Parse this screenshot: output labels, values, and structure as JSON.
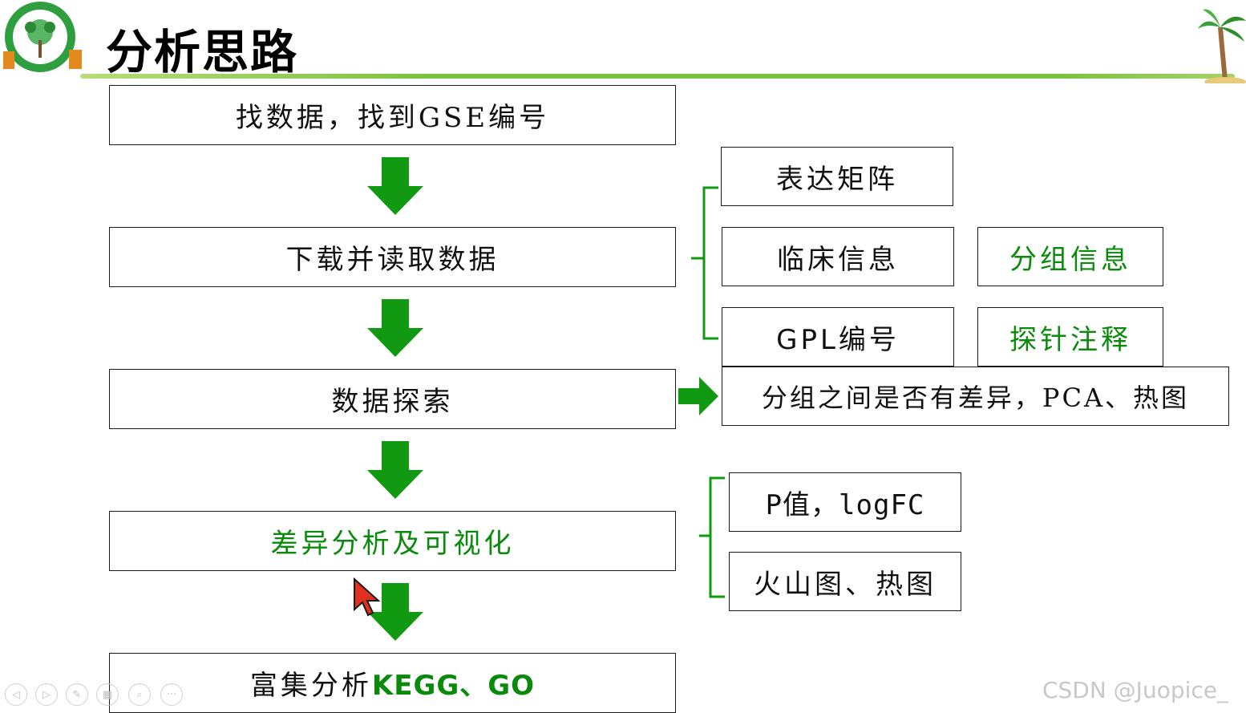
{
  "header": {
    "title": "分析思路"
  },
  "flow": {
    "step1": "找数据，找到GSE编号",
    "step2": "下载并读取数据",
    "step3": "数据探索",
    "step4": "差异分析及可视化",
    "step5_prefix": "富集分析",
    "step5_suffix": "KEGG、GO"
  },
  "download_details": {
    "expression": "表达矩阵",
    "clinical": "临床信息",
    "group": "分组信息",
    "gpl": "GPL编号",
    "probe": "探针注释"
  },
  "explore_result": "分组之间是否有差异，PCA、热图",
  "diff_details": {
    "pvalue": "P值，logFC",
    "plots": "火山图、热图"
  },
  "watermark": "CSDN @Juopice_",
  "colors": {
    "arrow_green": "#129912",
    "text_green": "#0a8a0a",
    "border": "#1a1a1a",
    "line_green": "#7cc242"
  },
  "icons": [
    "logo-tree-icon",
    "palm-tree-icon",
    "cursor-icon",
    "prev-icon",
    "next-icon",
    "pen-icon",
    "grid-icon",
    "zoom-icon",
    "more-icon"
  ]
}
